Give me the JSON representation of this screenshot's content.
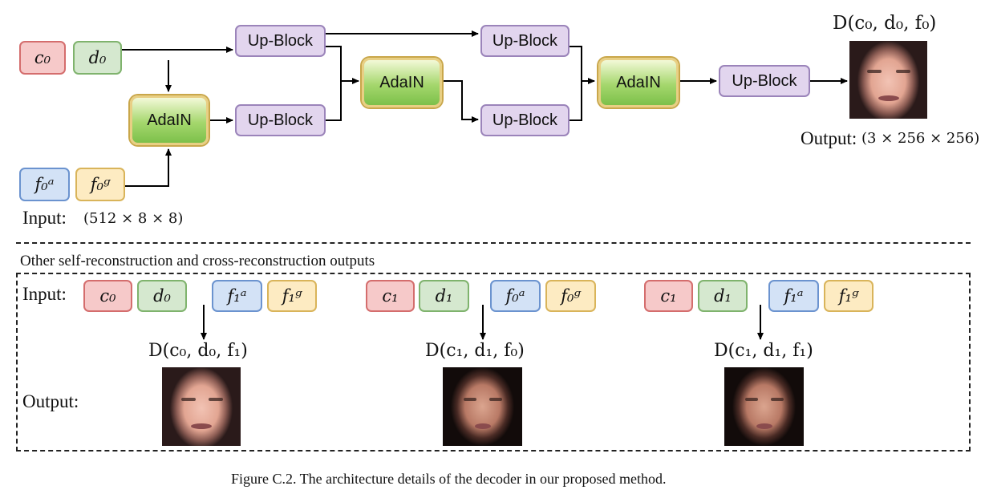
{
  "blocks": {
    "up_block": "Up-Block",
    "adain": "AdaIN"
  },
  "inputs": {
    "c0": "c₀",
    "d0": "d₀",
    "f0a": "f₀ᵃ",
    "f0g": "f₀ᵍ",
    "c1": "c₁",
    "d1": "d₁",
    "f1a": "f₁ᵃ",
    "f1g": "f₁ᵍ"
  },
  "top": {
    "input_label": "Input:",
    "input_dims": "(512 × 8 × 8)",
    "output_formula": "D(c₀, d₀, f₀)",
    "output_label": "Output:",
    "output_dims": "(3 × 256 × 256)"
  },
  "bottom": {
    "section_title": "Other self-reconstruction and cross-reconstruction  outputs",
    "input_label": "Input:",
    "output_label": "Output:",
    "formulas": [
      "D(c₀, d₀, f₁)",
      "D(c₁, d₁, f₀)",
      "D(c₁, d₁, f₁)"
    ]
  },
  "caption": "Figure C.2. The architecture details of the decoder in our proposed method.",
  "colors": {
    "content_box": "#f6c9c9",
    "d_box": "#d5e8cf",
    "appearance_box": "#d3e2f6",
    "geometry_box": "#fdebc2",
    "up_block": "#e2d5ee",
    "adain": "#9ccf68"
  }
}
